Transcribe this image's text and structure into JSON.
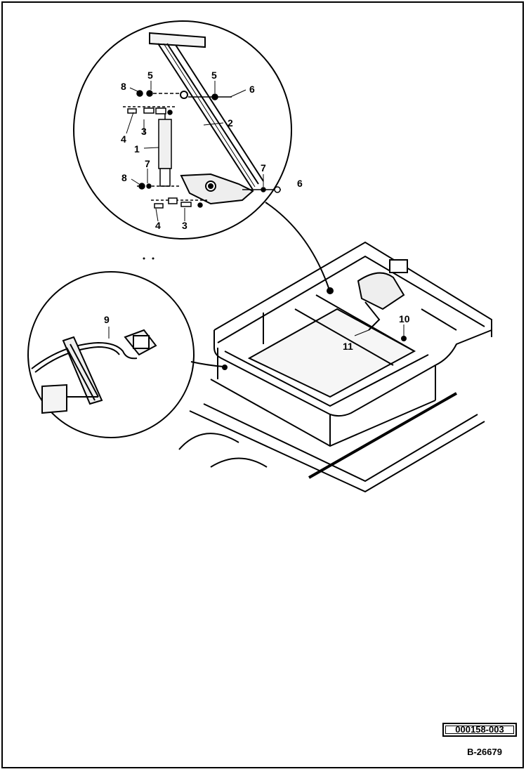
{
  "figure": {
    "ref_code": "000158-003",
    "figure_id": "B-26679",
    "colors": {
      "line": "#000000",
      "background": "#ffffff"
    }
  },
  "callouts": {
    "c1": "1",
    "c2": "2",
    "c3a": "3",
    "c3b": "3",
    "c4a": "4",
    "c4b": "4",
    "c5a": "5",
    "c5b": "5",
    "c6a": "6",
    "c6b": "6",
    "c7a": "7",
    "c7b": "7",
    "c8a": "8",
    "c8b": "8",
    "c9": "9",
    "c10": "10",
    "c11": "11"
  }
}
